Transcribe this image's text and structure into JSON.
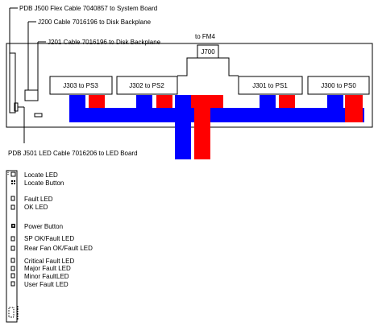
{
  "diagram": {
    "callouts": {
      "j500": "PDB J500 Flex Cable 7040857 to System Board",
      "j200": "J200 Cable 7016196 to Disk Backplane",
      "j201": "J201 Cable 7016196 to Disk Backplane",
      "j501": "PDB J501 LED Cable 7016206 to LED Board",
      "fm4": "to FM4"
    },
    "connectors": {
      "j700": "J700",
      "j303": "J303  to  PS3",
      "j302": "J302  to  PS2",
      "j301": "J301  to  PS1",
      "j300": "J300 to  PS0"
    },
    "led_board": {
      "items": [
        "Locate LED",
        "Locate Button",
        "Fault LED",
        "OK LED",
        "Power Button",
        "SP OK/Fault LED",
        "Rear Fan OK/Fault LED",
        "Critical Fault LED",
        "Major Fault LED",
        "Minor FaultLED",
        "User Fault LED"
      ]
    },
    "colors": {
      "blue": "#0000ff",
      "red": "#ff0000"
    }
  }
}
